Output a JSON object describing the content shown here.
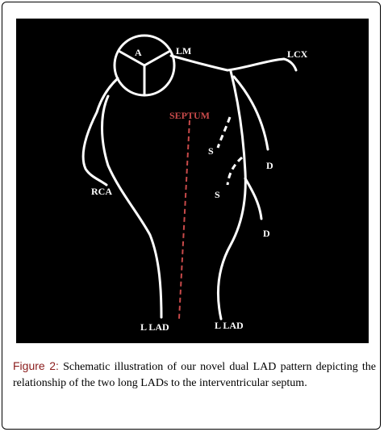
{
  "diagram": {
    "labels": {
      "aorta": "A",
      "lm": "LM",
      "lcx": "LCX",
      "septum": "SEPTUM",
      "rca": "RCA",
      "s1": "S",
      "s2": "S",
      "d1": "D",
      "d2": "D",
      "llad_left": "L LAD",
      "llad_right": "L LAD"
    },
    "colors": {
      "background": "#000000",
      "vessel": "#ffffff",
      "septum": "#c94a4a",
      "figure_label": "#8a1b1b"
    }
  },
  "caption": {
    "figure_label": "Figure 2:",
    "text": " Schematic illustration of our novel dual LAD pattern depicting the relationship of the two long LADs to the interventricular septum."
  }
}
